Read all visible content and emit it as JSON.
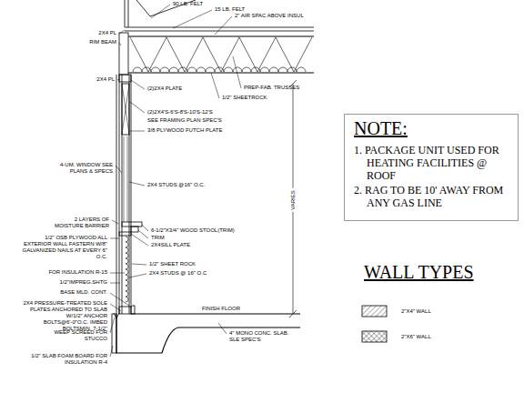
{
  "diagram": {
    "nodes": [
      {
        "text": [
          "NOTE:",
          "1. PACKAGE UNIT USED FOR HEATING FACILITIES @ ROOF",
          "2. RAG TO BE 10' AWAY FROM ANY GAS LINE"
        ]
      }
    ],
    "labels": [
      "90 LB. FELT",
      "15 LB. FELT",
      "2\" AIR SPAC ABOVE INSUL",
      "2X4 PL",
      "RIM BEAM",
      "2X4 PL",
      "(2)2X4 PLATE",
      "PREP-FAB. TRUSSES",
      "1/2\" SHEETROCK",
      "(2)2X4'S-6'S-8'S-10'S-12'S",
      "SEE FRAMING PLAN SPEC'S",
      "3/8 PLYWOOD FUTCH PLATE",
      "4-UM. WINDOW SEE PLANS & SPECS",
      "2X4 STUDS @16\" O.C.",
      "VARIES",
      "2 LAYERS OF MOISTURE BARRIER",
      "6-1/2\"X3/4\" WOOD STOOL(TRIM)",
      "TRIM",
      "2X4SILL PLATE",
      "1/2\" OSB PLYWOOD ALL EXTERIOR WALL FASTERN W/8\" GALVANIZED NAILS AT EVERY 6\" O.C.",
      "1/2\" SHEET ROCK",
      "FOR INSULATION R-15",
      "2X4 STUDS @ 16\" O.C",
      "1/2\"IMPREG.SHTG",
      "BASE MLD. CONT.",
      "FINISH FLOOR",
      "2X4 PRESSURE-TREATED SOLE PLATES ANCHORED TO SLAB W/1/2\" ANCHOR BOLTS@6'-0\"O.C. IMBED BOLTSMIN. 7-1/2\"",
      "WEEP SCREED FOR STUCCO",
      "1/2\" SLAB FOAM BOARD FOR INSULATION R-4",
      "4\" MONO CONC. SLAB. SLE SPEC'S",
      "WALL TYPES"
    ],
    "legend": [
      {
        "text": "2\"X4\" WALL"
      },
      {
        "text": "2\"X6\" WALL"
      }
    ]
  }
}
